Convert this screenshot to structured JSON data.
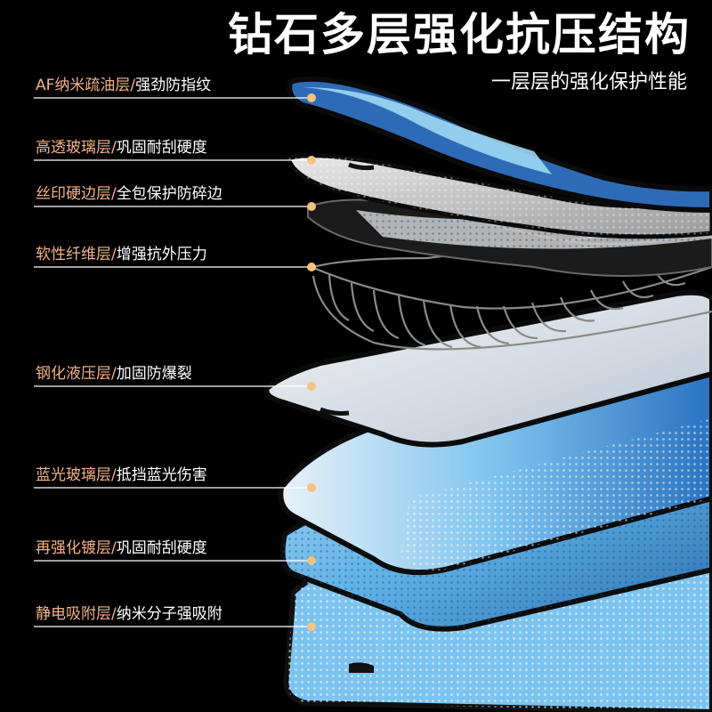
{
  "title": "钻石多层强化抗压结构",
  "subtitle": "一层层的强化保护性能",
  "layers": [
    {
      "name": "AF纳米疏油层/",
      "desc": "强劲防指纹"
    },
    {
      "name": "高透玻璃层/",
      "desc": "巩固耐刮硬度"
    },
    {
      "name": "丝印硬边层/",
      "desc": "全包保护防碎边"
    },
    {
      "name": "软性纤维层/",
      "desc": "增强抗外压力"
    },
    {
      "name": "钢化液压层/",
      "desc": "加固防爆裂"
    },
    {
      "name": "蓝光玻璃层/",
      "desc": "抵挡蓝光伤害"
    },
    {
      "name": "再强化镀层/",
      "desc": "巩固耐刮硬度"
    },
    {
      "name": "静电吸附层/",
      "desc": "纳米分子强吸附"
    }
  ],
  "colors": {
    "background": "#000000",
    "label_name": "#f3b184",
    "label_desc": "#ffffff",
    "callout_line": "#ffffff",
    "blue_layer": "#7fc4ef",
    "frame": "#111111"
  }
}
